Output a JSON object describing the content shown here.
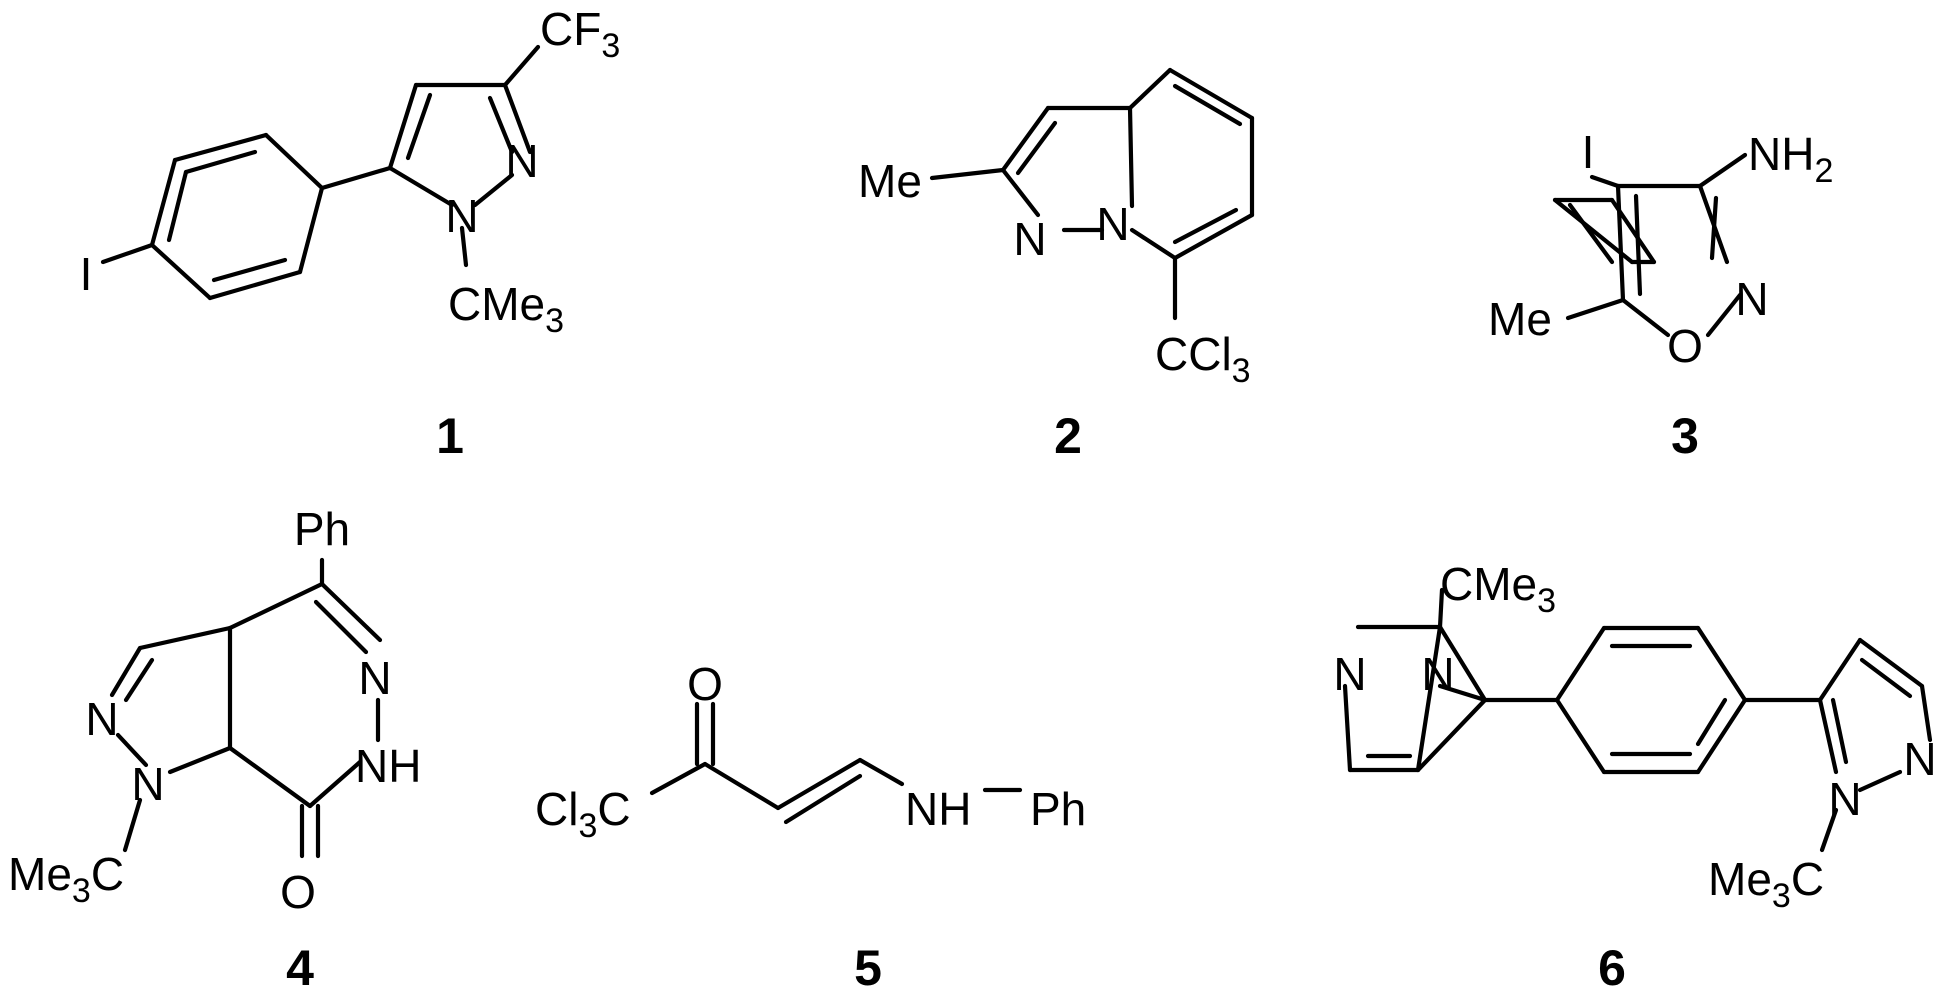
{
  "compounds": [
    {
      "id": "compound-1",
      "number": "1",
      "labels": {
        "cf3_main": "CF",
        "cf3_sub": "3",
        "n2": "N",
        "n1": "N",
        "cme3_main": "CMe",
        "cme3_sub": "3",
        "iodo": "I"
      }
    },
    {
      "id": "compound-2",
      "number": "2",
      "labels": {
        "me": "Me",
        "n_a": "N",
        "n_b": "N",
        "ccl3_main": "CCl",
        "ccl3_sub": "3"
      }
    },
    {
      "id": "compound-3",
      "number": "3",
      "labels": {
        "iodo": "I",
        "nh2_main": "NH",
        "nh2_sub": "2",
        "n": "N",
        "o": "O",
        "me": "Me"
      }
    },
    {
      "id": "compound-4",
      "number": "4",
      "labels": {
        "ph": "Ph",
        "n_top": "N",
        "nh": "NH",
        "n_left": "N",
        "n1": "N",
        "o": "O",
        "me3c_a": "Me",
        "me3c_sub": "3",
        "me3c_b": "C"
      }
    },
    {
      "id": "compound-5",
      "number": "5",
      "labels": {
        "o": "O",
        "cl3c_a": "Cl",
        "cl3c_sub": "3",
        "cl3c_b": "C",
        "nh": "NH",
        "ph": "Ph"
      }
    },
    {
      "id": "compound-6",
      "number": "6",
      "labels": {
        "cme3_main": "CMe",
        "cme3_sub": "3",
        "n_l1": "N",
        "n_l2": "N",
        "n_r1": "N",
        "n_r2": "N",
        "me3c_a": "Me",
        "me3c_sub": "3",
        "me3c_b": "C"
      }
    }
  ]
}
